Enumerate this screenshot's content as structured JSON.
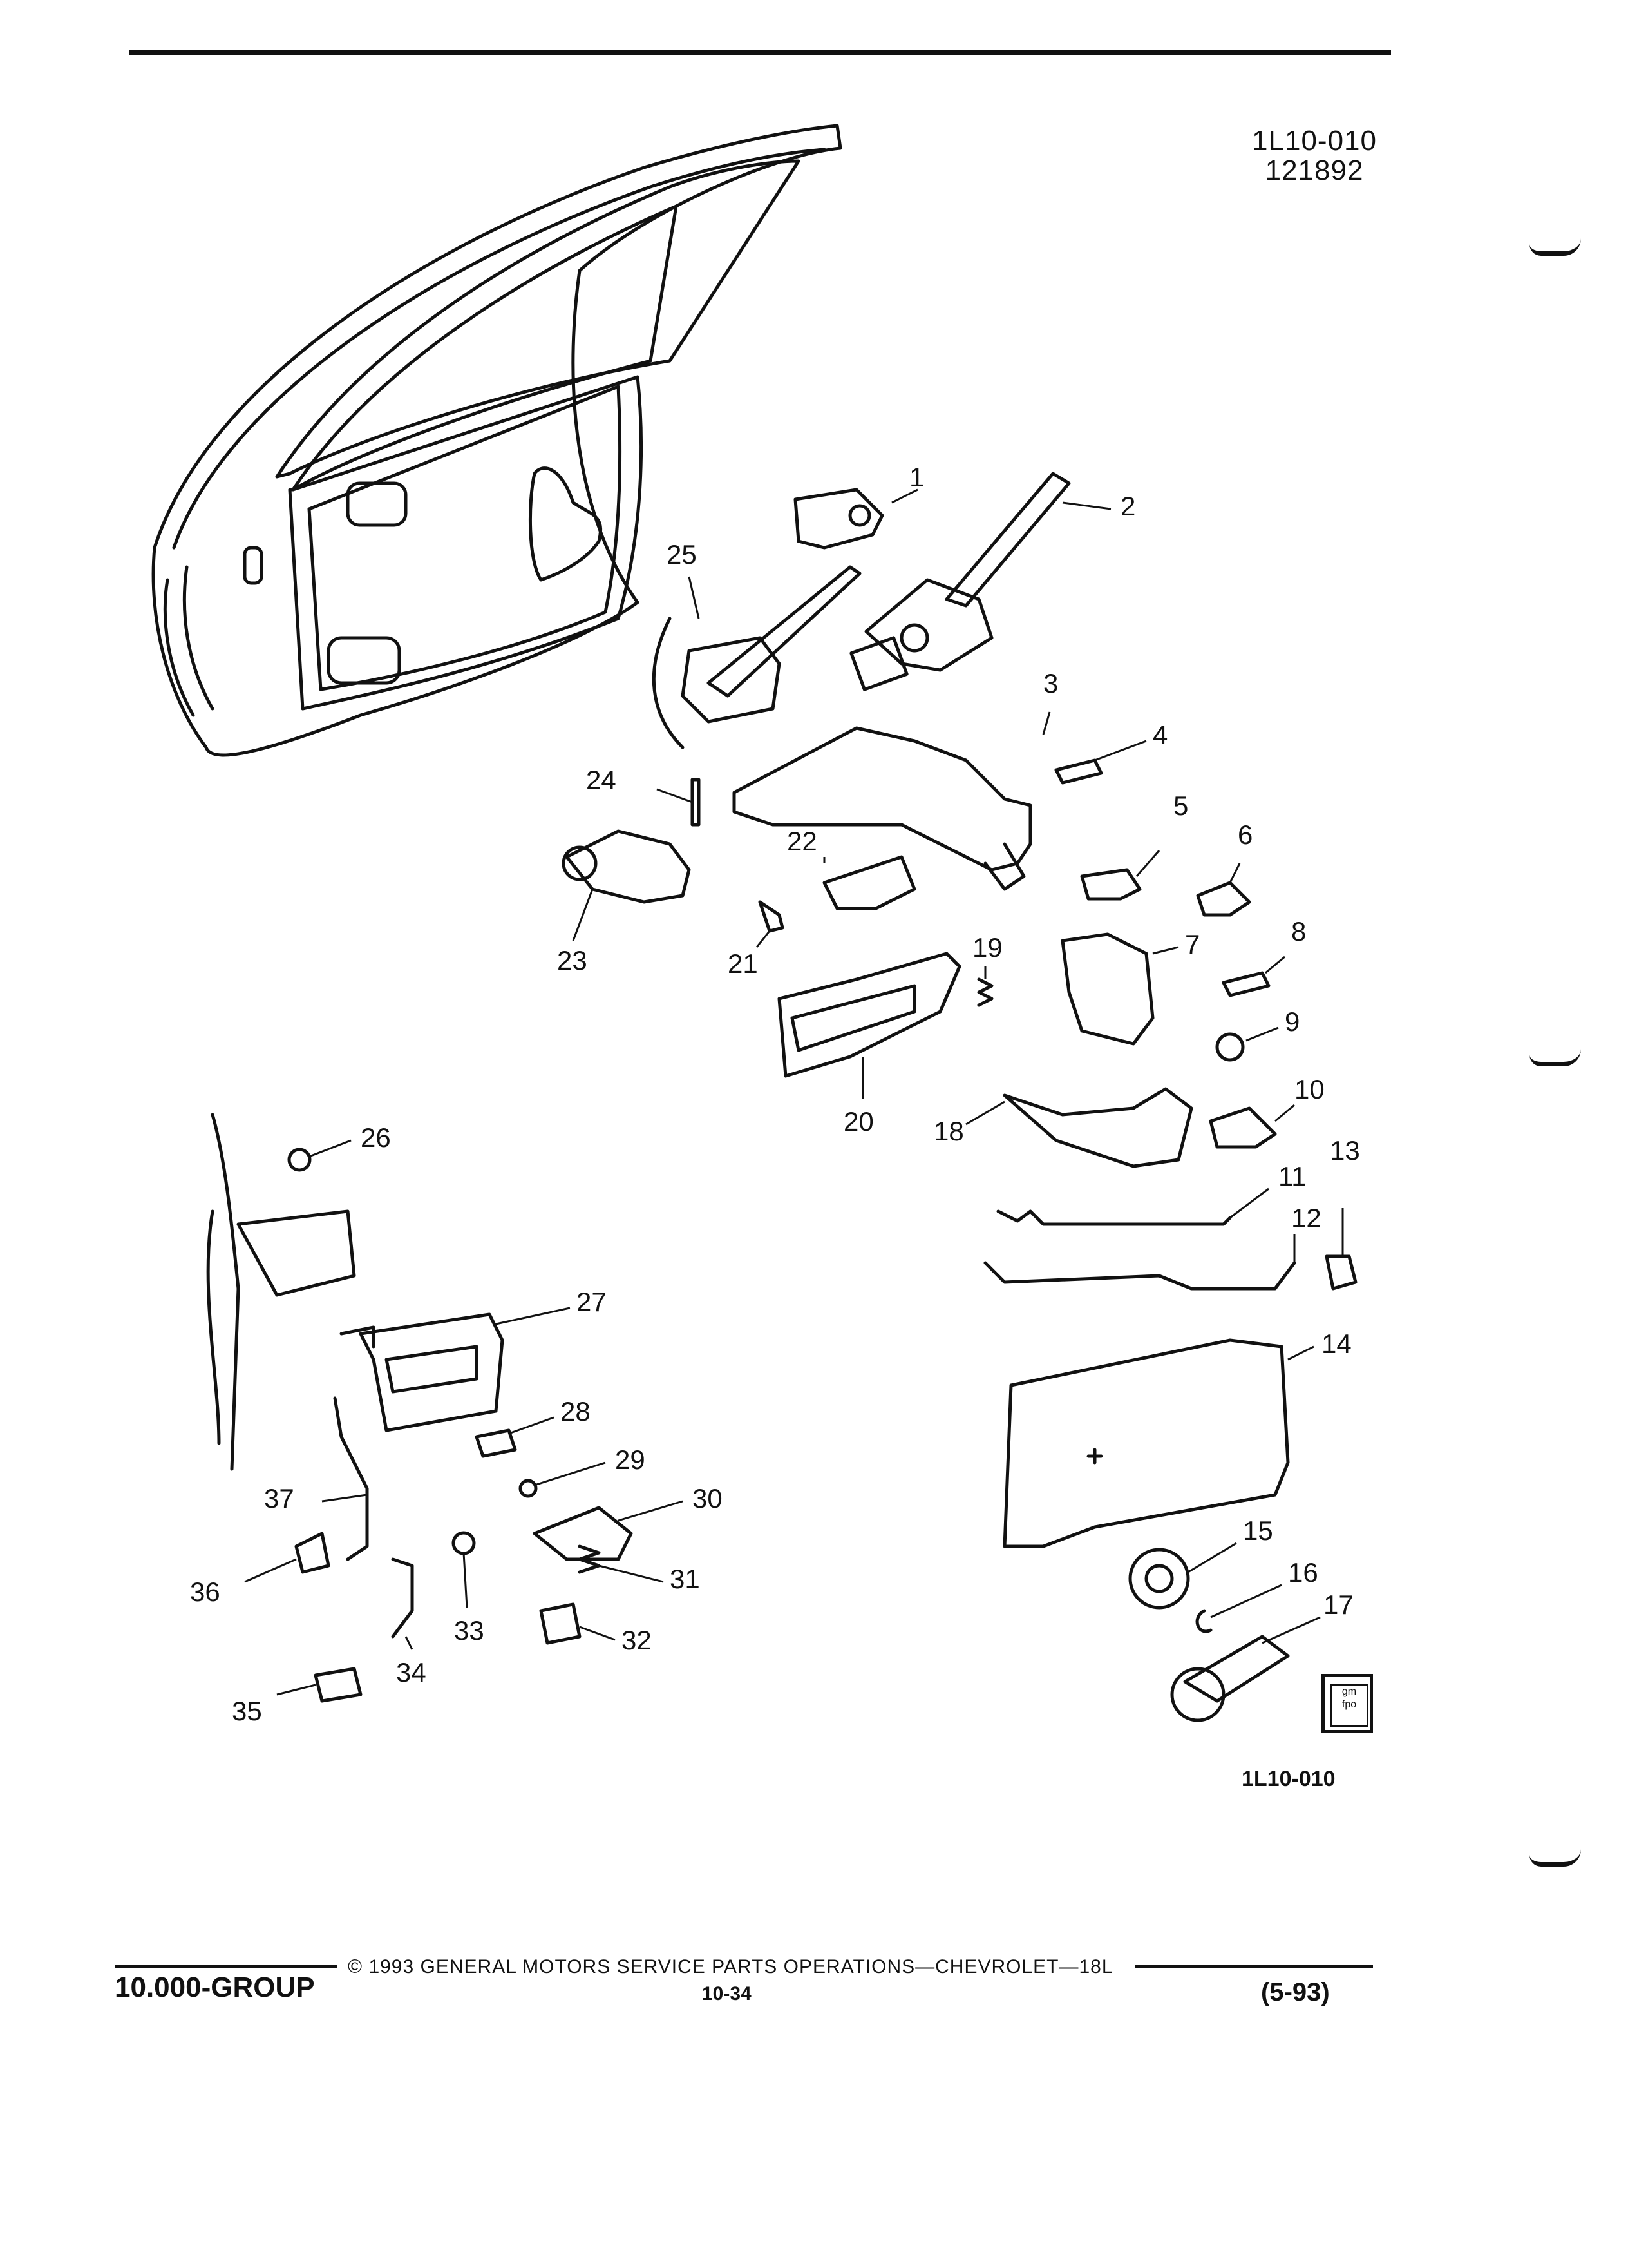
{
  "figure": {
    "code": "1L10-010",
    "number": "121892",
    "bottom_code": "1L10-010"
  },
  "logo": {
    "line1": "gm",
    "line2": "fpo"
  },
  "callouts": [
    "1",
    "2",
    "3",
    "4",
    "5",
    "6",
    "7",
    "8",
    "9",
    "10",
    "11",
    "12",
    "13",
    "14",
    "15",
    "16",
    "17",
    "18",
    "19",
    "20",
    "21",
    "22",
    "23",
    "24",
    "25",
    "26",
    "27",
    "28",
    "29",
    "30",
    "31",
    "32",
    "33",
    "34",
    "35",
    "36",
    "37"
  ],
  "footer": {
    "group": "10.000-GROUP",
    "copyright": "© 1993 GENERAL MOTORS SERVICE PARTS OPERATIONS—CHEVROLET—18L",
    "page": "10-34",
    "date": "(5-93)"
  }
}
